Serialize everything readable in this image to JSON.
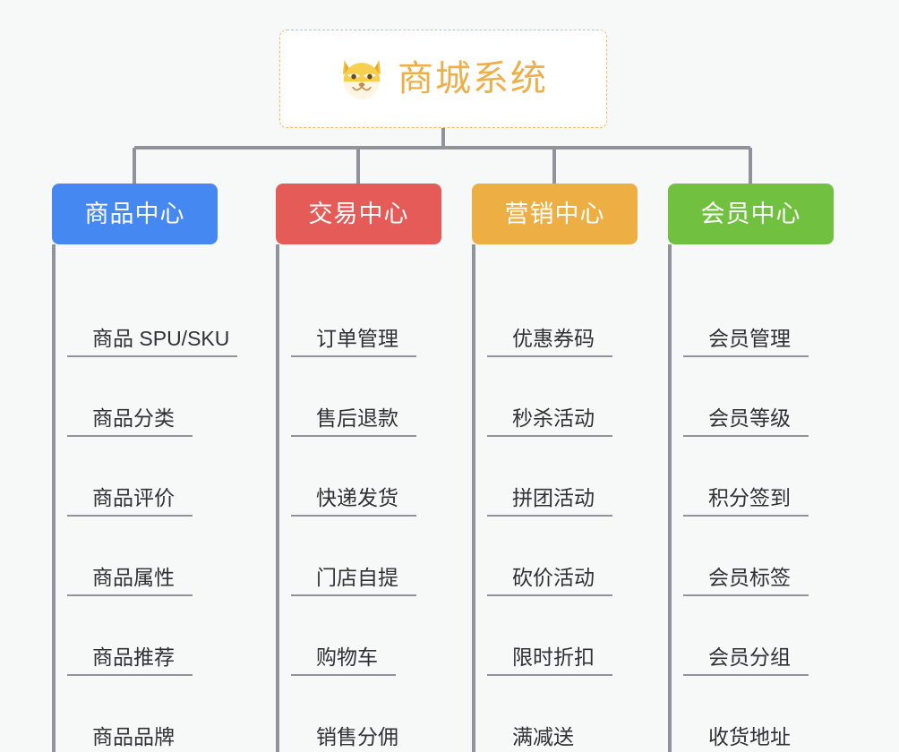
{
  "diagram": {
    "type": "org-chart",
    "background_color": "#f7f8f8",
    "connector_color": "#909399",
    "root": {
      "title": "商城系统",
      "icon": "shiba-dog-icon",
      "text_color": "#ecaf4a",
      "border_color": "#f0bf63",
      "background_color": "#ffffff"
    },
    "columns": [
      {
        "label": "商品中心",
        "color": "#4688f1",
        "node_name": "category-node-product-center",
        "items": [
          "商品 SPU/SKU",
          "商品分类",
          "商品评价",
          "商品属性",
          "商品推荐",
          "商品品牌"
        ]
      },
      {
        "label": "交易中心",
        "color": "#e55b57",
        "node_name": "category-node-trade-center",
        "items": [
          "订单管理",
          "售后退款",
          "快递发货",
          "门店自提",
          "购物车",
          "销售分佣"
        ]
      },
      {
        "label": "营销中心",
        "color": "#edaf44",
        "node_name": "category-node-marketing-center",
        "items": [
          "优惠券码",
          "秒杀活动",
          "拼团活动",
          "砍价活动",
          "限时折扣",
          "满减送"
        ]
      },
      {
        "label": "会员中心",
        "color": "#72c040",
        "node_name": "category-node-member-center",
        "items": [
          "会员管理",
          "会员等级",
          "积分签到",
          "会员标签",
          "会员分组",
          "收货地址"
        ]
      }
    ]
  }
}
